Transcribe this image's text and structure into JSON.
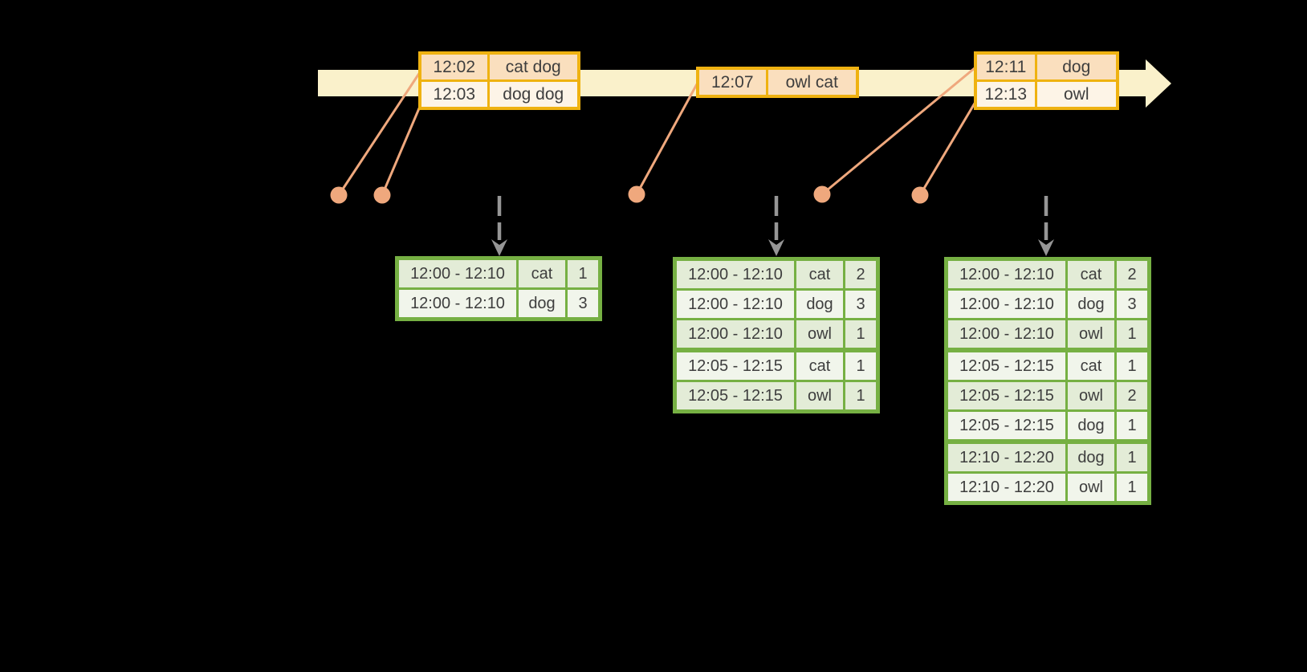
{
  "colors": {
    "background": "#000000",
    "timeline_band": "#faf1cb",
    "event_border_gold": "#efb211",
    "event_row_peach": "#fadfbe",
    "event_row_cream": "#fdf4e7",
    "connector_salmon": "#efa87d",
    "result_border_green": "#76b043",
    "result_row_dark": "#e3ecd7",
    "result_row_light": "#f1f5eb",
    "trigger_arrow_gray": "#969696",
    "text": "#3e3e3e"
  },
  "timeline": {
    "event_tables": [
      {
        "rows": [
          {
            "time": "12:02",
            "words": "cat dog"
          },
          {
            "time": "12:03",
            "words": "dog dog"
          }
        ]
      },
      {
        "rows": [
          {
            "time": "12:07",
            "words": "owl cat"
          }
        ]
      },
      {
        "rows": [
          {
            "time": "12:11",
            "words": "dog"
          },
          {
            "time": "12:13",
            "words": "owl"
          }
        ]
      }
    ]
  },
  "result_tables": [
    {
      "rows": [
        {
          "window": "12:00 - 12:10",
          "word": "cat",
          "count": "1"
        },
        {
          "window": "12:00 - 12:10",
          "word": "dog",
          "count": "3"
        }
      ]
    },
    {
      "rows": [
        {
          "window": "12:00 - 12:10",
          "word": "cat",
          "count": "2"
        },
        {
          "window": "12:00 - 12:10",
          "word": "dog",
          "count": "3"
        },
        {
          "window": "12:00 - 12:10",
          "word": "owl",
          "count": "1"
        },
        {
          "window": "12:05 - 12:15",
          "word": "cat",
          "count": "1"
        },
        {
          "window": "12:05 - 12:15",
          "word": "owl",
          "count": "1"
        }
      ]
    },
    {
      "rows": [
        {
          "window": "12:00 - 12:10",
          "word": "cat",
          "count": "2"
        },
        {
          "window": "12:00 - 12:10",
          "word": "dog",
          "count": "3"
        },
        {
          "window": "12:00 - 12:10",
          "word": "owl",
          "count": "1"
        },
        {
          "window": "12:05 - 12:15",
          "word": "cat",
          "count": "1"
        },
        {
          "window": "12:05 - 12:15",
          "word": "owl",
          "count": "2"
        },
        {
          "window": "12:05 - 12:15",
          "word": "dog",
          "count": "1"
        },
        {
          "window": "12:10 - 12:20",
          "word": "dog",
          "count": "1"
        },
        {
          "window": "12:10 - 12:20",
          "word": "owl",
          "count": "1"
        }
      ]
    }
  ]
}
